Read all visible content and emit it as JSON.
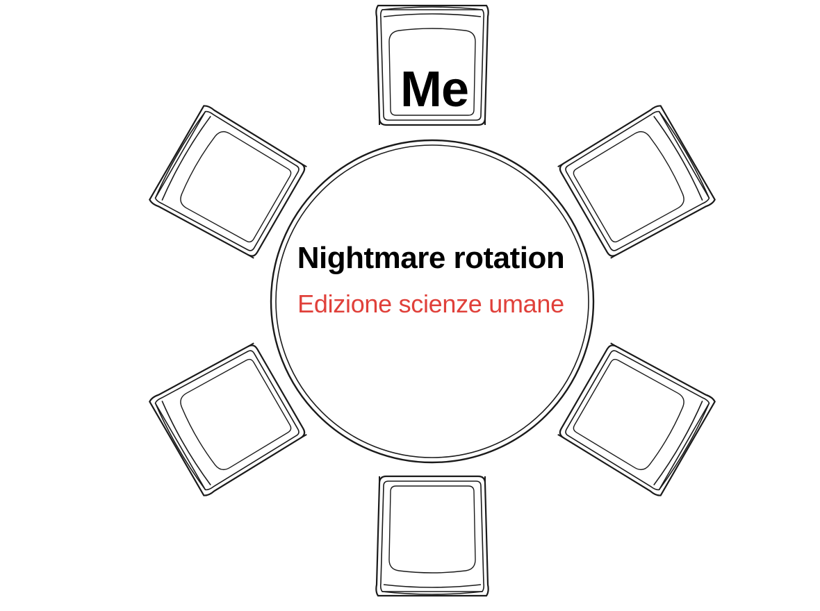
{
  "seat_label": "Me",
  "table": {
    "title": "Nightmare rotation",
    "subtitle": "Edizione scienze umane"
  },
  "colors": {
    "line": "#1a1a1a",
    "background": "#ffffff",
    "title": "#000000",
    "subtitle": "#e0403a"
  },
  "chairs": [
    {
      "id": "top",
      "rotation_deg": 0
    },
    {
      "id": "top-right",
      "rotation_deg": 60
    },
    {
      "id": "bottom-right",
      "rotation_deg": 120
    },
    {
      "id": "bottom",
      "rotation_deg": 180
    },
    {
      "id": "bottom-left",
      "rotation_deg": 240
    },
    {
      "id": "top-left",
      "rotation_deg": 300
    }
  ]
}
